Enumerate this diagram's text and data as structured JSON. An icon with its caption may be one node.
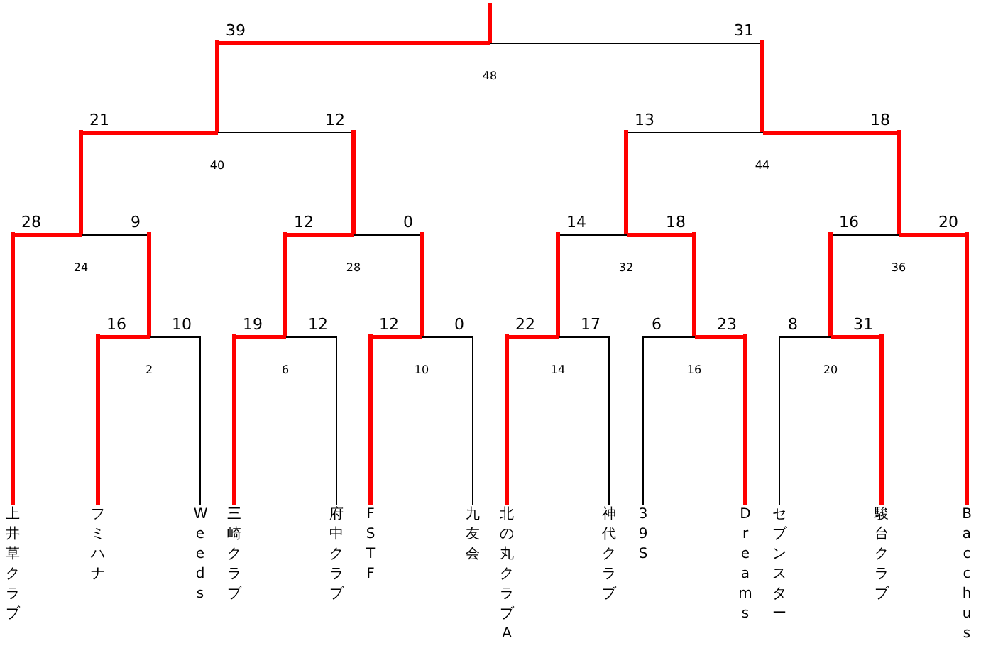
{
  "diagram": {
    "nodes": [
      {
        "text": [
          "48"
        ]
      },
      {
        "text": [
          "40"
        ]
      },
      {
        "text": [
          "44"
        ]
      },
      {
        "text": [
          "24"
        ]
      },
      {
        "text": [
          "28"
        ]
      },
      {
        "text": [
          "32"
        ]
      },
      {
        "text": [
          "36"
        ]
      },
      {
        "text": [
          "2"
        ]
      },
      {
        "text": [
          "6"
        ]
      },
      {
        "text": [
          "10"
        ]
      },
      {
        "text": [
          "14"
        ]
      },
      {
        "text": [
          "16"
        ]
      },
      {
        "text": [
          "20"
        ]
      },
      {
        "text": [
          "上井草クラブ"
        ]
      },
      {
        "text": [
          "フミハナ"
        ]
      },
      {
        "text": [
          "Weeds"
        ]
      },
      {
        "text": [
          "三崎クラブ"
        ]
      },
      {
        "text": [
          "府中クラブ"
        ]
      },
      {
        "text": [
          "FSTF"
        ]
      },
      {
        "text": [
          "九友会"
        ]
      },
      {
        "text": [
          "北の丸クラブA"
        ]
      },
      {
        "text": [
          "神代クラブ"
        ]
      },
      {
        "text": [
          "39S"
        ]
      },
      {
        "text": [
          "Dreams"
        ]
      },
      {
        "text": [
          "セブンスター"
        ]
      },
      {
        "text": [
          "駿台クラブ"
        ]
      },
      {
        "text": [
          "Bacchus"
        ]
      }
    ],
    "edges": [
      {
        "from": 0,
        "to": null,
        "arrow": "none"
      },
      {
        "from": 1,
        "to": 0,
        "arrow": "none",
        "label": "39"
      },
      {
        "from": 2,
        "to": 0,
        "arrow": "none",
        "label": "31"
      },
      {
        "from": 3,
        "to": 1,
        "arrow": "none",
        "label": "21"
      },
      {
        "from": 4,
        "to": 1,
        "arrow": "none",
        "label": "12"
      },
      {
        "from": 5,
        "to": 2,
        "arrow": "none",
        "label": "13"
      },
      {
        "from": 6,
        "to": 2,
        "arrow": "none",
        "label": "18"
      },
      {
        "from": 13,
        "to": 3,
        "arrow": "none",
        "label": "28"
      },
      {
        "from": 7,
        "to": 3,
        "arrow": "none",
        "label": "9"
      },
      {
        "from": 8,
        "to": 4,
        "arrow": "none",
        "label": "12"
      },
      {
        "from": 9,
        "to": 4,
        "arrow": "none",
        "label": "0"
      },
      {
        "from": 10,
        "to": 5,
        "arrow": "none",
        "label": "14"
      },
      {
        "from": 11,
        "to": 5,
        "arrow": "none",
        "label": "18"
      },
      {
        "from": 12,
        "to": 6,
        "arrow": "none",
        "label": "16"
      },
      {
        "from": 26,
        "to": 6,
        "arrow": "none",
        "label": "20"
      },
      {
        "from": 14,
        "to": 7,
        "arrow": "none",
        "label": "16"
      },
      {
        "from": 15,
        "to": 7,
        "arrow": "none",
        "label": "10",
        "color": "#000000"
      },
      {
        "from": 16,
        "to": 8,
        "arrow": "none",
        "label": "19"
      },
      {
        "from": 17,
        "to": 8,
        "arrow": "none",
        "label": "12",
        "color": "#000000"
      },
      {
        "from": 18,
        "to": 9,
        "arrow": "none",
        "label": "12"
      },
      {
        "from": 19,
        "to": 9,
        "arrow": "none",
        "label": "0",
        "color": "#000000"
      },
      {
        "from": 20,
        "to": 10,
        "arrow": "none",
        "label": "22"
      },
      {
        "from": 21,
        "to": 10,
        "arrow": "none",
        "label": "17",
        "color": "#000000"
      },
      {
        "from": 22,
        "to": 11,
        "arrow": "none",
        "label": "6",
        "color": "#000000"
      },
      {
        "from": 23,
        "to": 11,
        "arrow": "none",
        "label": "23"
      },
      {
        "from": 24,
        "to": 12,
        "arrow": "none",
        "label": "8",
        "color": "#000000"
      },
      {
        "from": 25,
        "to": 12,
        "arrow": "none",
        "label": "31"
      }
    ]
  }
}
